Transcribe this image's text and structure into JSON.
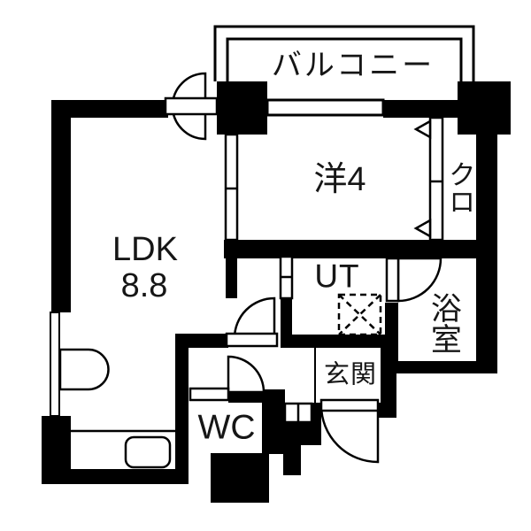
{
  "title": "apartment-floorplan",
  "rooms": {
    "balcony": {
      "label": "バルコニー"
    },
    "western_room": {
      "label": "洋4"
    },
    "closet": {
      "label": "クロ"
    },
    "ldk": {
      "label": "LDK",
      "area": "8.8"
    },
    "utility": {
      "label": "UT"
    },
    "bathroom": {
      "label": "浴室"
    },
    "entrance": {
      "label": "玄関"
    },
    "toilet": {
      "label": "WC"
    }
  },
  "colors": {
    "wall": "#000000",
    "floor": "#ffffff",
    "line": "#111111"
  }
}
